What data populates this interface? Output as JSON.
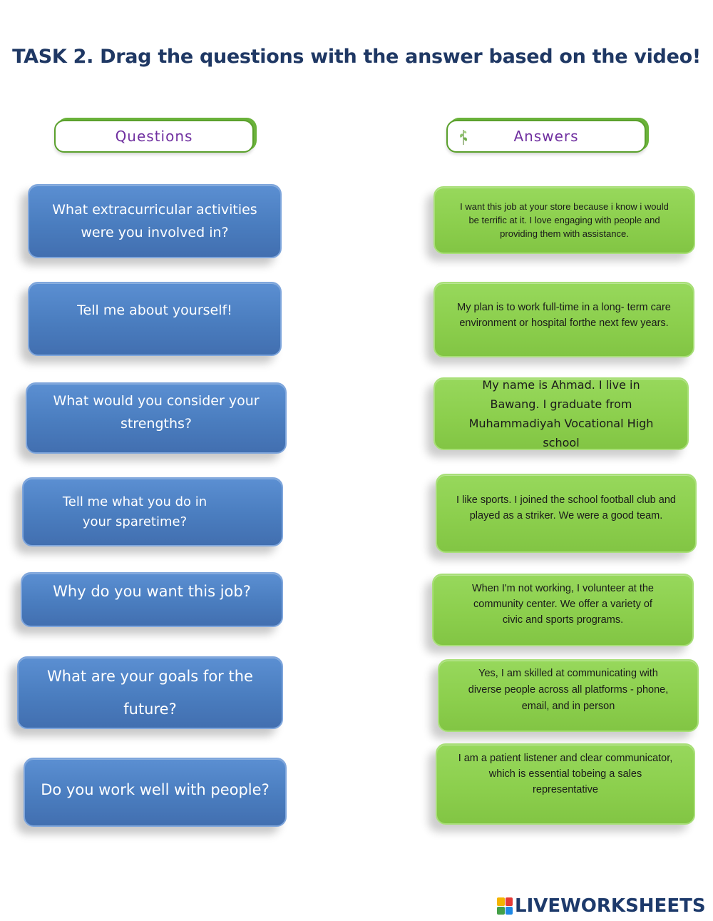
{
  "title": "TASK 2. Drag the questions with the answer based on the video!",
  "headers": {
    "questions": "Questions",
    "answers": "Answers"
  },
  "questions": [
    "What extracurricular activities were you involved in?",
    "Tell me about yourself!",
    "What would you consider your strengths?",
    "Tell me what you do in your sparetime?",
    "Why do you want this job?",
    "What are your goals for the future?",
    "Do you work well with people?"
  ],
  "answers": [
    "I want this job at your store because i know i would be terrific at it. I love engaging with people and providing them with assistance.",
    "My plan is to work full-time in a long- term care environment or hospital forthe next few years.",
    "My name is Ahmad. I live in Bawang. I graduate from Muhammadiyah Vocational High school",
    "I like sports. I joined the school football club and played as a striker. We were a good team.",
    "When I'm not working, I volunteer at the community center. We offer a variety of civic and sports programs.",
    "Yes, I am skilled at communicating with diverse people across all platforms - phone, email, and in person",
    "I am a patient listener and clear communicator, which is essential tobeing a sales representative"
  ],
  "logo": {
    "text": "LIVEWORKSHEETS",
    "icon": "liveworksheets-logo-icon"
  },
  "colors": {
    "title": "#1f3864",
    "header_text": "#7030a0",
    "question_card": "#4a7dbf",
    "answer_card": "#8ccf4d",
    "logo_text": "#1d3a6b"
  }
}
